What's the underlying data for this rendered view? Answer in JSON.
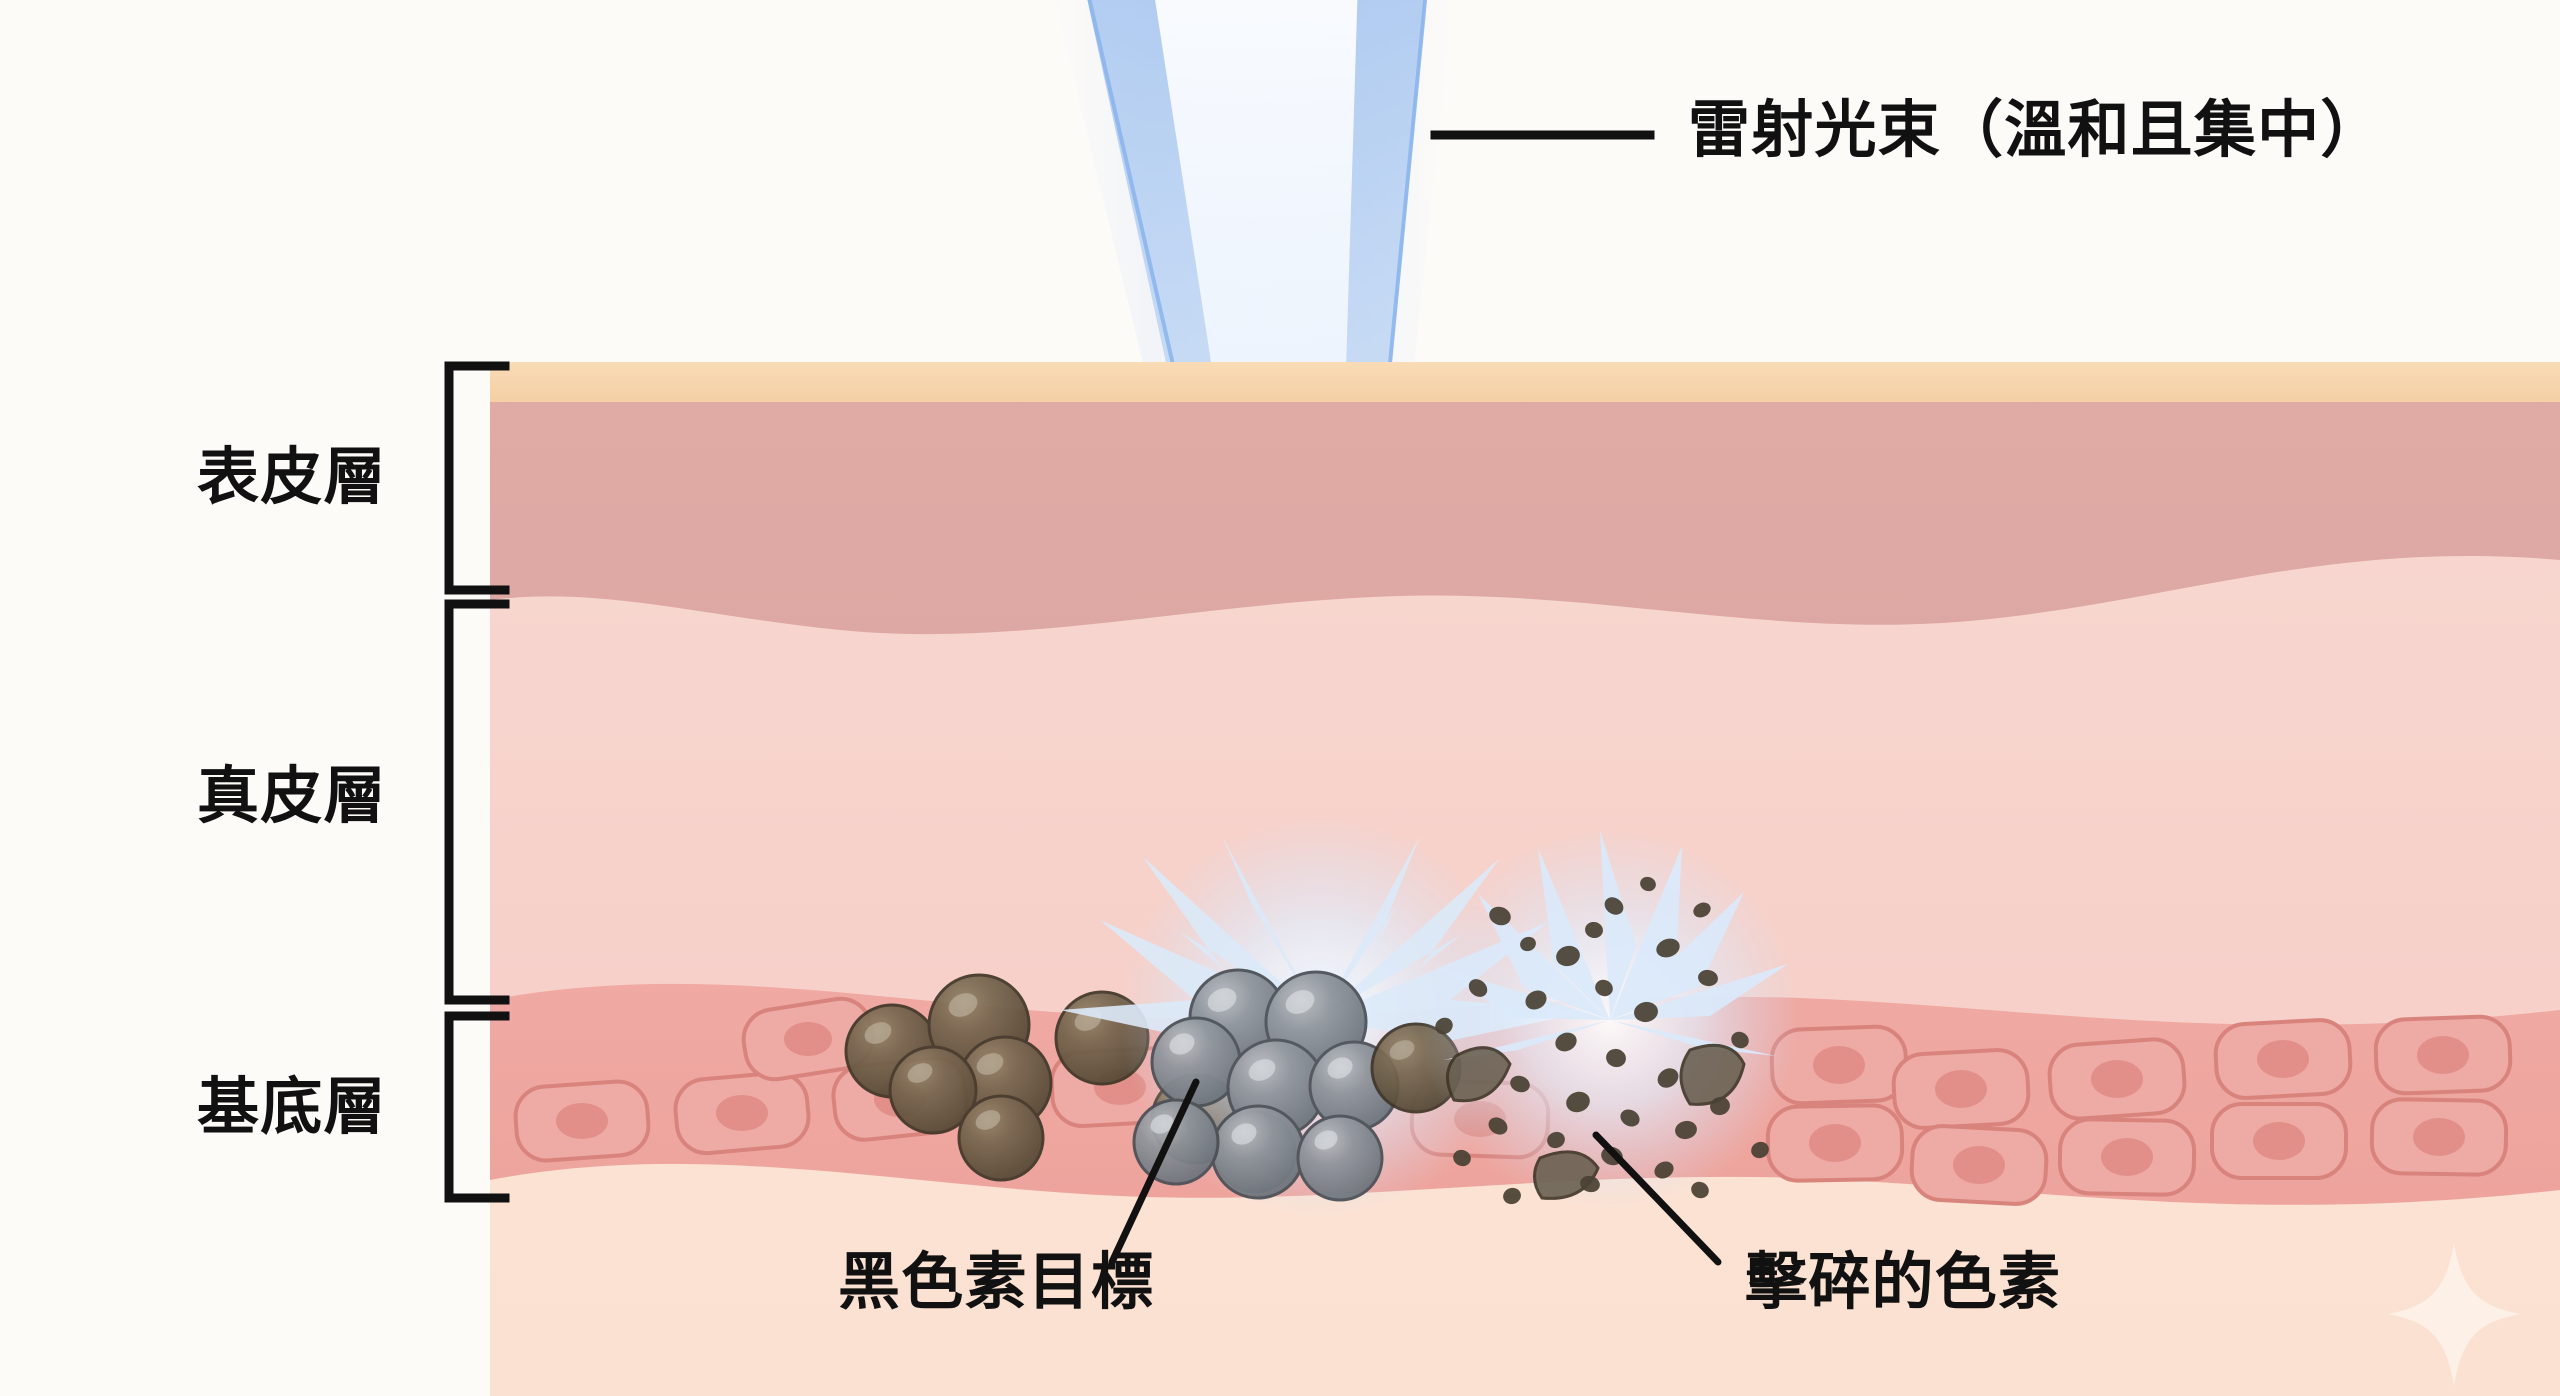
{
  "diagram": {
    "title_text_present": false,
    "background_color": "#fdfbf8",
    "laser_label": {
      "text": "雷射光束（溫和且集中）",
      "leader_line": "horizontal-rule",
      "color": "#111111"
    },
    "skin_layers": [
      {
        "id": "epidermis",
        "label": "表皮層",
        "bracket": true,
        "surface_color": "#f7d7ae",
        "body_color": "#dfa9a4"
      },
      {
        "id": "dermis",
        "label": "真皮層",
        "bracket": true,
        "body_color": "#f7d4cd"
      },
      {
        "id": "basal",
        "label": "基底層",
        "bracket": true,
        "band_color": "#efa6a0",
        "cell_outline_color": "#d9837d",
        "cell_nucleus_color": "#e08f88",
        "below_color": "#fbe3d6"
      }
    ],
    "callouts": [
      {
        "id": "melanin-target",
        "label": "黑色素目標",
        "leader_line": true,
        "pigment_color": "#6b5b47"
      },
      {
        "id": "shattered-pigment",
        "label": "擊碎的色素",
        "leader_line": true,
        "fragment_color": "#554a3c"
      }
    ],
    "laser_beam": {
      "color": "#a9c8f0",
      "core_color": "#ffffff",
      "shape": "converging-cone",
      "impact_burst_color": "#cfe4fb"
    },
    "sparkle": {
      "shape": "four-point-star",
      "color": "#fdf0e6"
    },
    "pigment_particles_struck_count": 10,
    "pigment_particles_intact_count": 8,
    "fragment_count": 52
  }
}
